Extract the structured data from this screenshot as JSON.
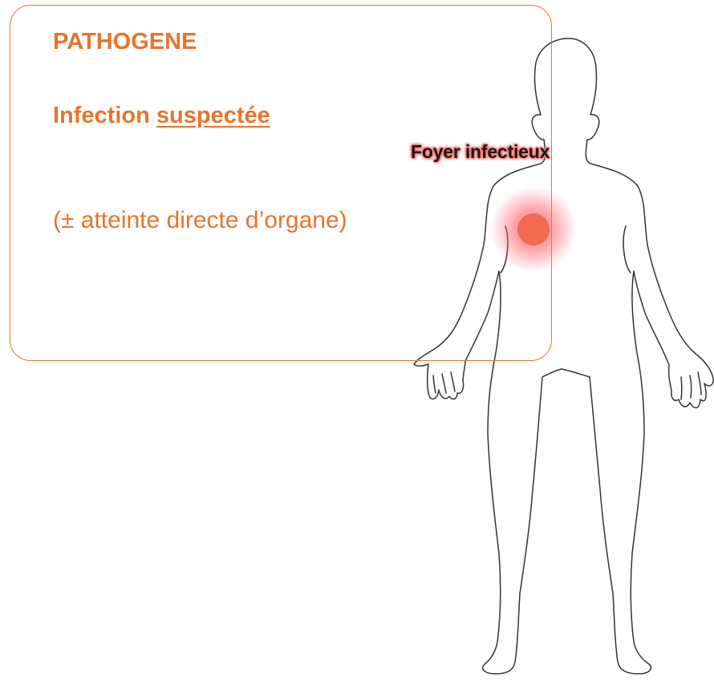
{
  "box": {
    "title": "PATHOGENE",
    "subtitle_prefix": "Infection",
    "subtitle_emphasis": "suspectée",
    "note": "(± atteinte directe d’organe)"
  },
  "marker": {
    "label": "Foyer infectieux"
  },
  "colors": {
    "accent_orange": "#e8742b",
    "infection_red": "#f26a4f",
    "glow": "#ff6b6b"
  }
}
